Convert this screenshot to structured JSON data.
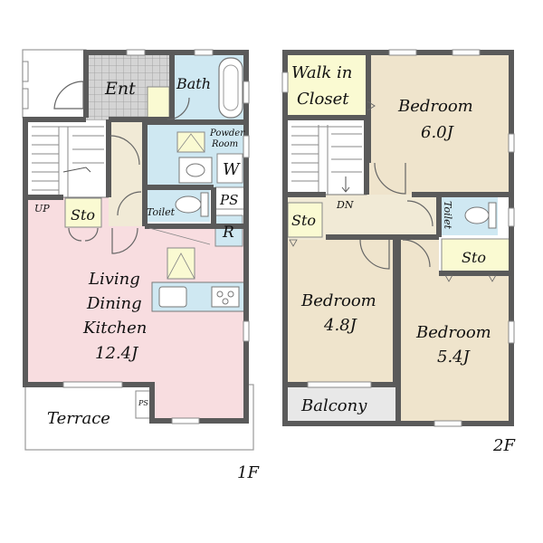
{
  "floor1": {
    "label": "1F",
    "rooms": {
      "entrance": "Ent",
      "bath": "Bath",
      "powder_room": [
        "Powder",
        "Room"
      ],
      "washer": "W",
      "toilet": "Toilet",
      "pipe_space": "PS",
      "refrigerator": "R",
      "storage": "Sto",
      "ldk": [
        "Living",
        "Dining",
        "Kitchen",
        "12.4J"
      ],
      "terrace": "Terrace",
      "terrace_ps": "PS",
      "stairs_up": "UP"
    }
  },
  "floor2": {
    "label": "2F",
    "rooms": {
      "walk_in_closet": [
        "Walk in",
        "Closet"
      ],
      "bedroom_a": [
        "Bedroom",
        "6.0J"
      ],
      "bedroom_b": [
        "Bedroom",
        "4.8J"
      ],
      "bedroom_c": [
        "Bedroom",
        "5.4J"
      ],
      "storage_left": "Sto",
      "storage_right": "Sto",
      "toilet": "Toilet",
      "balcony": "Balcony",
      "stairs_down": "DN"
    }
  },
  "colors": {
    "wall": "#5a5a5a",
    "ldk_floor": "#f8dde0",
    "bedroom_floor": "#efe4cc",
    "wet_area": "#cfe8f2",
    "storage": "#fafad2",
    "corridor": "#f1ead6",
    "balcony": "#e8e8e8",
    "entrance_tile": "#cfcfcf"
  }
}
